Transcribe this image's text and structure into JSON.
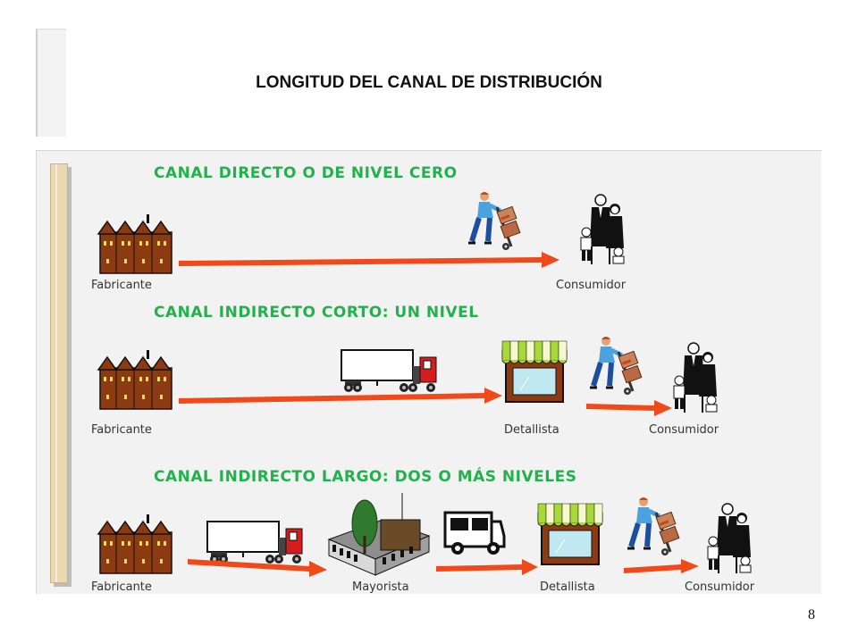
{
  "title": "LONGITUD DEL CANAL DE DISTRIBUCIÓN",
  "page_number": "8",
  "colors": {
    "heading": "#22b14c",
    "arrow": "#f04a1a",
    "factory": "#8b3a12"
  },
  "channels": [
    {
      "heading": "CANAL DIRECTO O DE NIVEL CERO",
      "labels": {
        "fabricante": "Fabricante",
        "consumidor": "Consumidor"
      },
      "icons": [
        "factory-icon",
        "hand-truck-worker-icon",
        "family-icon"
      ]
    },
    {
      "heading": "CANAL INDIRECTO CORTO: UN NIVEL",
      "labels": {
        "fabricante": "Fabricante",
        "detallista": "Detallista",
        "consumidor": "Consumidor"
      },
      "icons": [
        "factory-icon",
        "semi-truck-icon",
        "store-icon",
        "hand-truck-worker-icon",
        "family-icon"
      ]
    },
    {
      "heading": "CANAL INDIRECTO LARGO: DOS O MÁS NIVELES",
      "labels": {
        "fabricante": "Fabricante",
        "mayorista": "Mayorista",
        "detallista": "Detallista",
        "consumidor": "Consumidor"
      },
      "icons": [
        "factory-icon",
        "semi-truck-icon",
        "warehouse-icon",
        "delivery-van-icon",
        "store-icon",
        "hand-truck-worker-icon",
        "family-icon"
      ]
    }
  ]
}
